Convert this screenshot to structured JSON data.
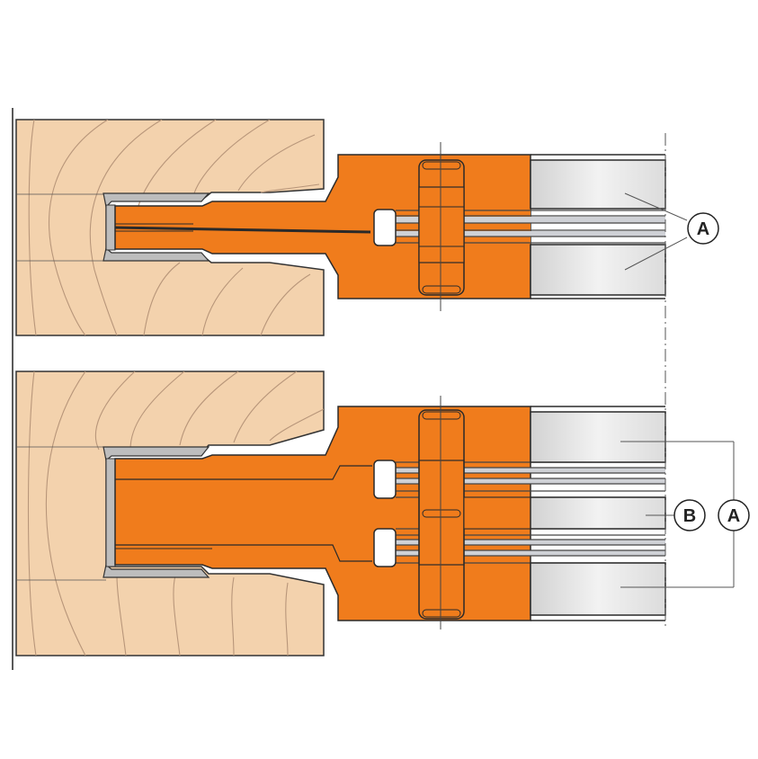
{
  "labels": {
    "top_a": "A",
    "bottom_b": "B",
    "bottom_a": "A"
  },
  "colors": {
    "wood": "#f3d2ad",
    "wood_grain": "#b8967a",
    "cutter": "#f07c1c",
    "cutter_outline": "#2a2a2a",
    "spacer": "#e4e4e4",
    "spacer_shade": "#c8c8c8",
    "blade": "#bdbdbd",
    "leader": "#555555"
  }
}
